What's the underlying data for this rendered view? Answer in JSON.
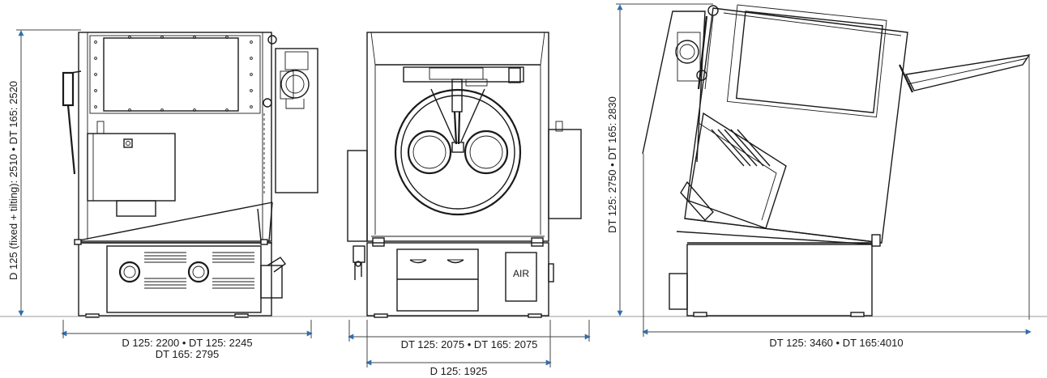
{
  "dimensions": {
    "view1_height_label": "D 125 (fixed + tilting): 2510 • DT 165: 2520",
    "view1_width_line1": "D 125: 2200 • DT 125: 2245",
    "view1_width_line2": "DT 165: 2795",
    "view2_width_upper": "DT 125: 2075 • DT 165: 2075",
    "view2_width_lower": "D 125: 1925",
    "view3_height_label": "DT 125: 2750 • DT 165: 2830",
    "view3_width_label": "DT 125: 3460 • DT 165:4010"
  },
  "labels": {
    "air_panel": "AIR"
  },
  "colors": {
    "line": "#1a1a1a",
    "dimension_arrow": "#2f6fb0",
    "background": "#ffffff"
  }
}
